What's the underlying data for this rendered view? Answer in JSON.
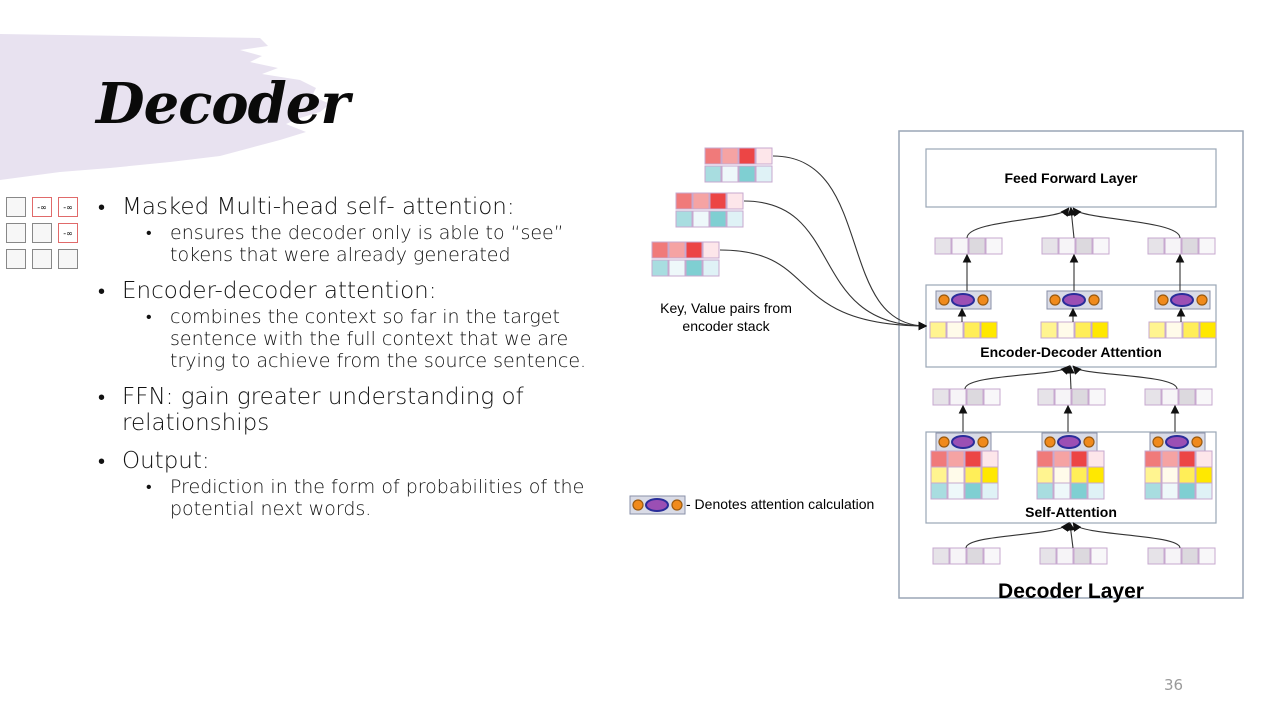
{
  "slide": {
    "title": "Decoder",
    "page_number": "36"
  },
  "mask_matrix": {
    "rows": [
      [
        "",
        "-∞",
        "-∞"
      ],
      [
        "",
        "",
        "-∞"
      ],
      [
        "",
        "",
        ""
      ]
    ]
  },
  "bullets": [
    {
      "text": "Masked Multi-head self- attention:",
      "sub": [
        "ensures the decoder only is able to “see” tokens that were already generated"
      ]
    },
    {
      "text": "Encoder-decoder attention:",
      "sub": [
        "combines the context so far in the target sentence with the full context that we are trying to achieve from the source sentence."
      ]
    },
    {
      "text": "FFN: gain greater understanding of relationships",
      "sub": []
    },
    {
      "text": "Output:",
      "sub": [
        "Prediction in the form of probabilities of the potential next words."
      ]
    }
  ],
  "diagram": {
    "kv_label_line1": "Key, Value pairs from",
    "kv_label_line2": "encoder stack",
    "legend_text": "- Denotes attention calculation",
    "feed_forward_label": "Feed Forward Layer",
    "enc_dec_attention_label": "Encoder-Decoder Attention",
    "self_attention_label": "Self-Attention",
    "decoder_layer_label": "Decoder Layer",
    "colors": {
      "key_row": [
        "#f07a7a",
        "#f5a3a3",
        "#ec4545",
        "#fde6ea"
      ],
      "value_row": [
        "#a8dde0",
        "#eef8fa",
        "#7fcfd2",
        "#dff2f6"
      ],
      "query_row": [
        "#fff490",
        "#fffbea",
        "#ffee58",
        "#ffe800"
      ],
      "hidden_row": [
        "#e6e3e8",
        "#f6f4f7",
        "#dcd9de",
        "#f8f7f9"
      ],
      "cell_border": "#c7a8cf",
      "attn_ellipse": "#9b4fb4",
      "attn_ellipse_border": "#2a2d9a",
      "attn_dot": "#f08a1c",
      "attn_dot_border": "#9a5a10",
      "attn_box": "#d9dbe6",
      "frame": "#9aa6b6",
      "brush": "#e8e2f0"
    }
  }
}
